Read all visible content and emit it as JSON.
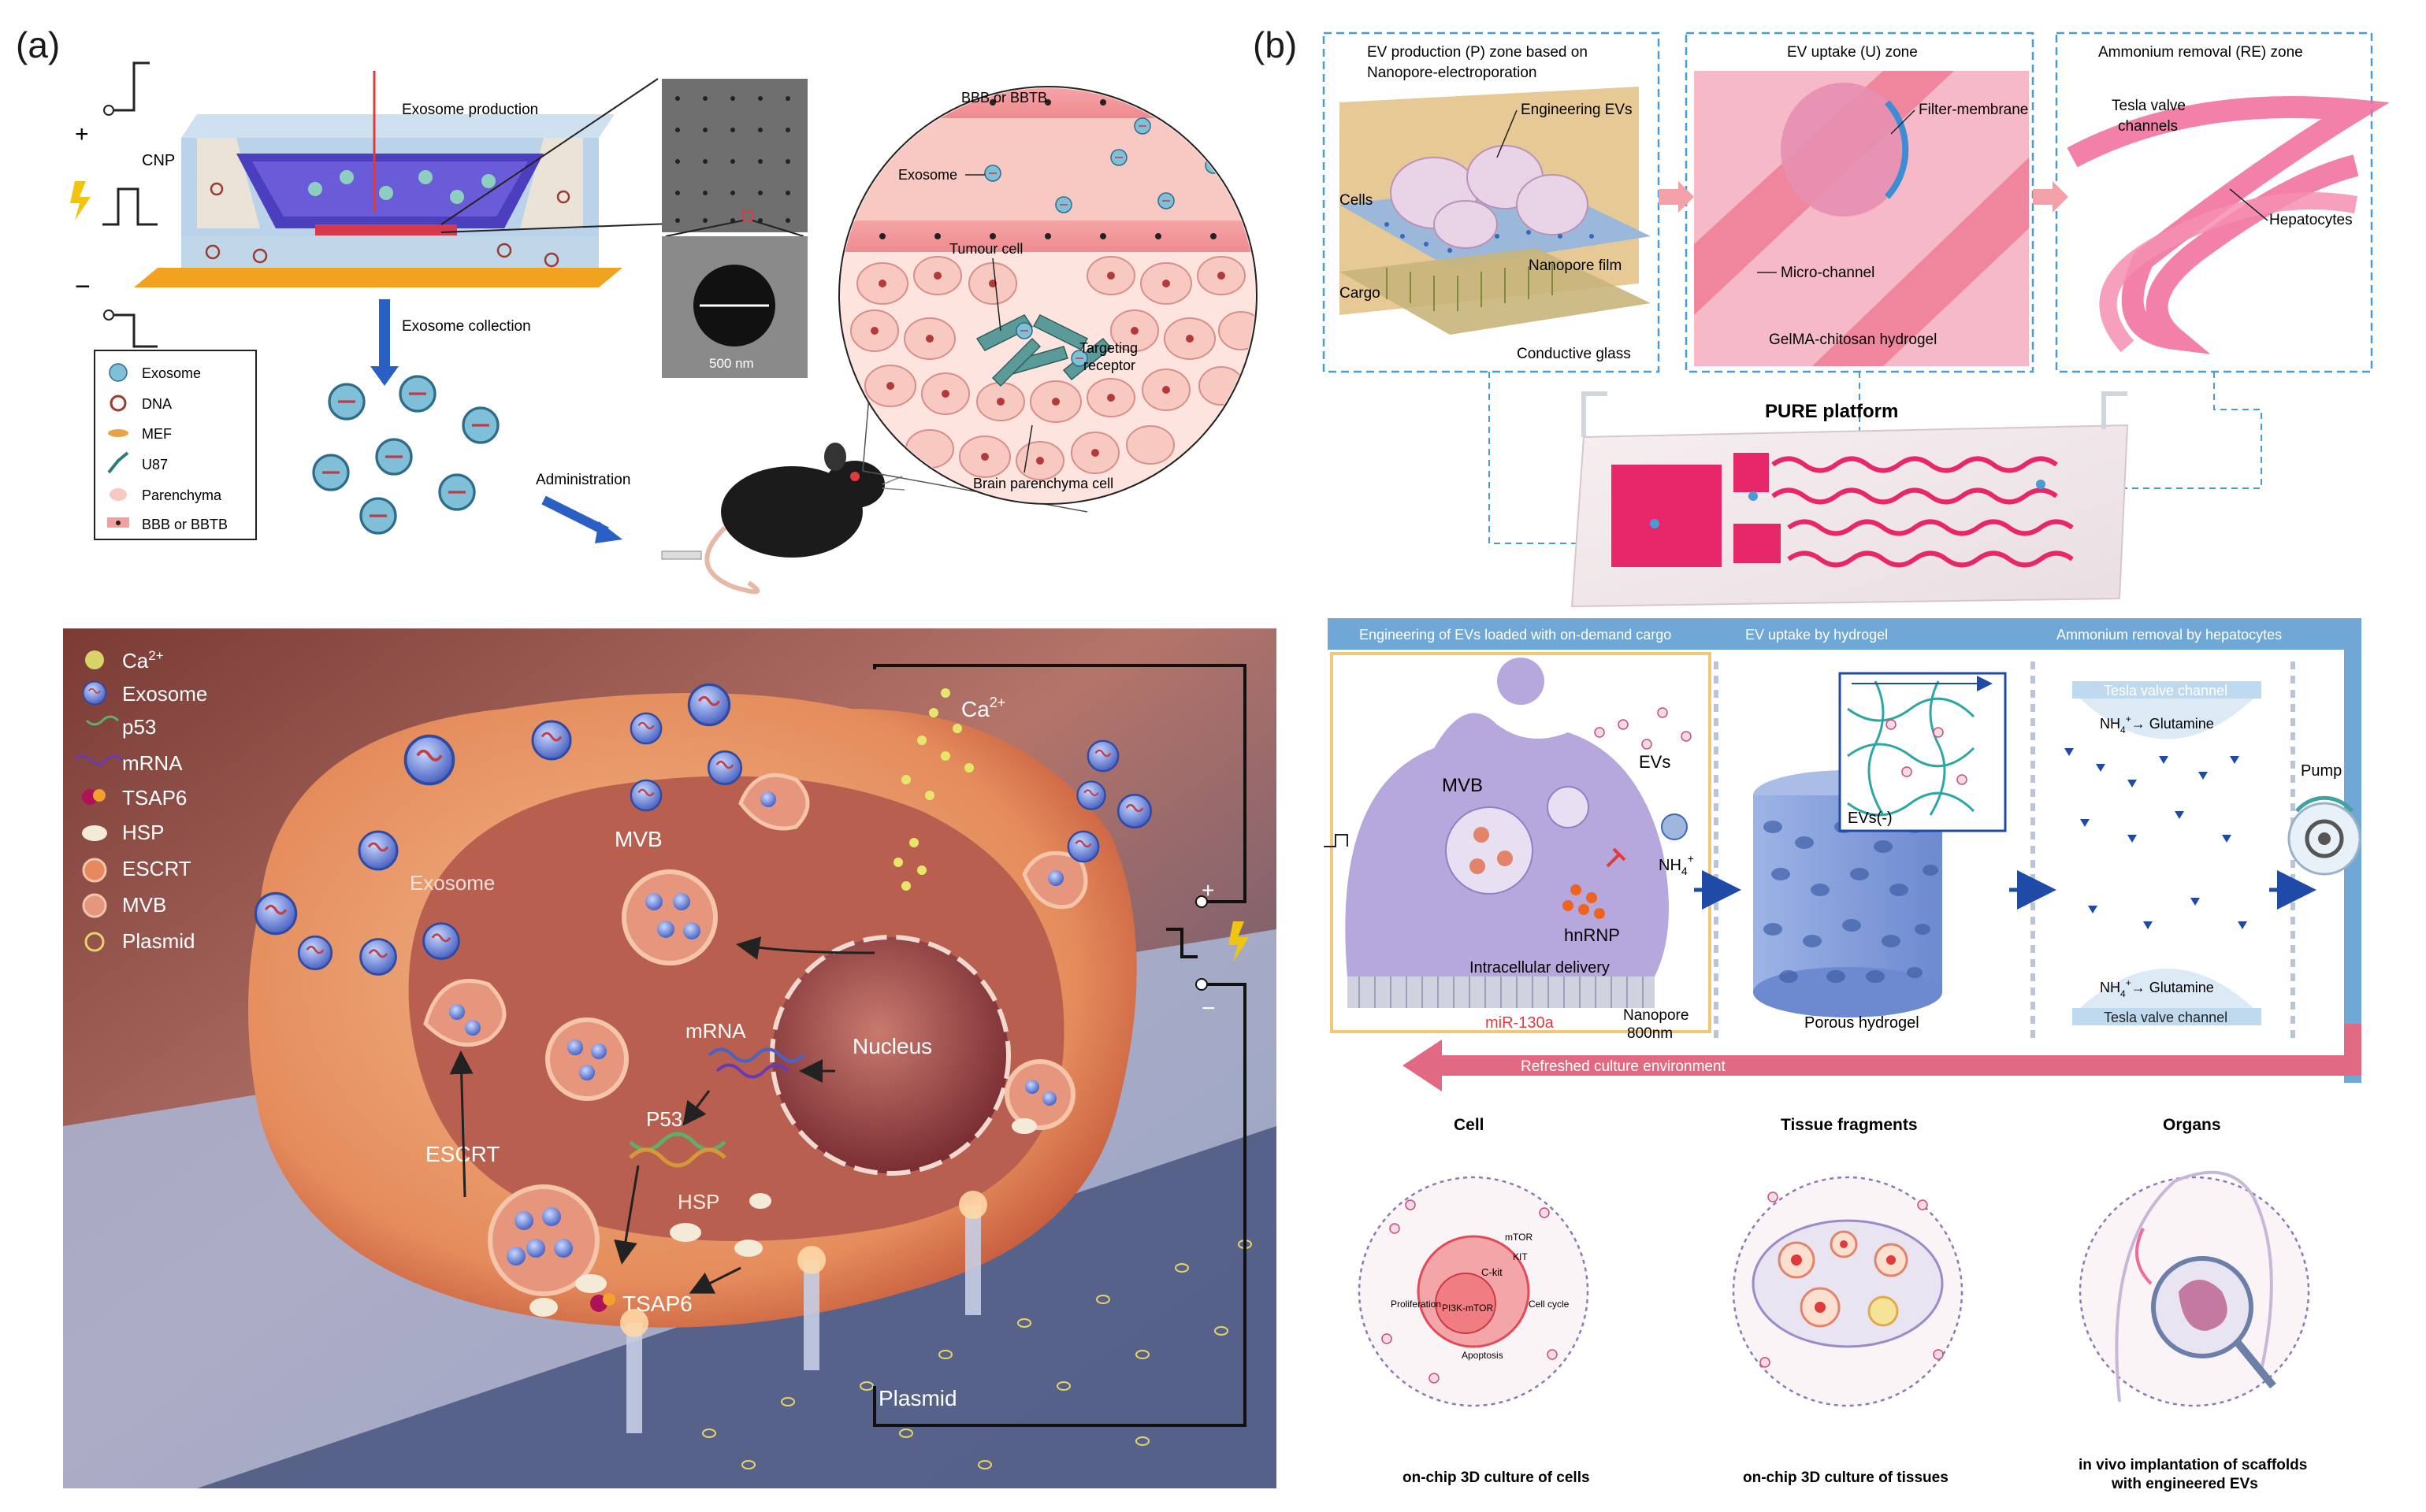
{
  "figure": {
    "panel_a_label": "(a)",
    "panel_b_label": "(b)"
  },
  "panel_a_top": {
    "cnp": "CNP",
    "plus": "+",
    "minus": "−",
    "exosome_production": "Exosome production",
    "exosome_collection": "Exosome collection",
    "scale": "500 nm",
    "bbb": "BBB or BBTB",
    "exosome": "Exosome",
    "tumour_cell": "Tumour cell",
    "targeting_receptor_1": "Targeting",
    "targeting_receptor_2": "receptor",
    "brain_parenchyma": "Brain parenchyma cell",
    "administration": "Administration",
    "legend": [
      "Exosome",
      "DNA",
      "MEF",
      "U87",
      "Parenchyma",
      "BBB or BBTB"
    ]
  },
  "panel_a_bottom": {
    "legend": [
      "Ca2+",
      "Exosome",
      "p53",
      "mRNA",
      "TSAP6",
      "HSP",
      "ESCRT",
      "MVB",
      "Plasmid"
    ],
    "ca": "Ca",
    "ca_sup": "2+",
    "exosome": "Exosome",
    "mvb": "MVB",
    "mrna": "mRNA",
    "nucleus": "Nucleus",
    "p53": "P53",
    "escrt": "ESCRT",
    "hsp": "HSP",
    "tsap6": "TSAP6",
    "plasmid": "Plasmid",
    "plus": "+",
    "minus": "−"
  },
  "panel_b_top": {
    "p_zone_title_1": "EV production (P) zone based on",
    "p_zone_title_2": "Nanopore-electroporation",
    "u_zone_title": "EV uptake (U) zone",
    "re_zone_title": "Ammonium removal  (RE) zone",
    "engineering_evs": "Engineering EVs",
    "cells": "Cells",
    "cargo": "Cargo",
    "nanopore_film": "Nanopore film",
    "conductive_glass": "Conductive glass",
    "filter_membrane": "Filter-membrane",
    "micro_channel": "Micro-channel",
    "gelma": "GelMA-chitosan hydrogel",
    "tesla_1": "Tesla valve",
    "tesla_2": "channels",
    "hepatocytes": "Hepatocytes",
    "platform": "PURE platform"
  },
  "panel_b_bottom": {
    "header_1": "Engineering of EVs loaded with on-demand cargo",
    "header_2": "EV uptake by hydrogel",
    "header_3": "Ammonium removal by hepatocytes",
    "mvb": "MVB",
    "evs": "EVs",
    "nh4": "NH",
    "nh4_sub": "4",
    "nh4_sup": "+",
    "hnrnp": "hnRNP",
    "intracellular": "Intracellular delivery",
    "mir": "miR-130a",
    "nanopore_1": "Nanopore",
    "nanopore_2": "800nm",
    "evs_minus": "EVs(-)",
    "porous": "Porous hydrogel",
    "tesla_valve": "Tesla valve channel",
    "glutamine": "→ Glutamine",
    "pump": "Pump",
    "refreshed": "Refreshed culture environment",
    "cell": "Cell",
    "tissue": "Tissue fragments",
    "organs": "Organs",
    "mtor": "mTOR",
    "kit": "KIT",
    "ckit": "C-kit",
    "pi3k": "PI3K-mTOR",
    "cell_cycle": "Cell cycle",
    "proliferation": "Proliferation",
    "apoptosis": "Apoptosis",
    "caption_1": "on-chip 3D culture of cells",
    "caption_2": "on-chip 3D culture of tissues",
    "caption_3a": "in vivo implantation of scaffolds",
    "caption_3b": "with engineered EVs"
  },
  "colors": {
    "exosome_blue": "#5b7bd5",
    "pink": "#e8477a",
    "hepatocyte_pink": "#f06a9a",
    "panel_b_header": "#6fa8d6",
    "refresh_arrow": "#e16a82",
    "cell_orange": "#f0a56e"
  }
}
